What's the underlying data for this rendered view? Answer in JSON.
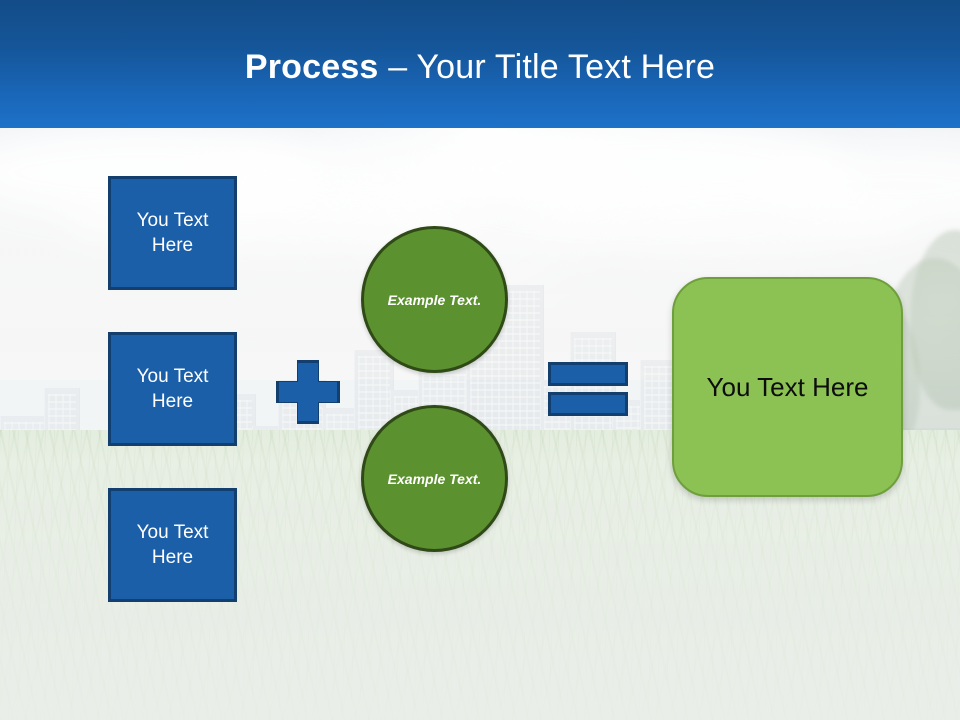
{
  "slide": {
    "title_bold": "Process",
    "title_separator": " – ",
    "title_rest": "Your Title Text Here"
  },
  "colors": {
    "header_top": "#134C87",
    "header_bottom": "#1D72C9",
    "box_blue_fill": "#1B5FA8",
    "box_blue_border": "#123F6E",
    "circle_green_fill": "#5C9130",
    "circle_green_border": "#2F4A17",
    "result_green_fill": "#8CC153",
    "result_green_border": "#6F9F3D",
    "text_white": "#FFFFFF",
    "text_black": "#0D0D0D"
  },
  "inputs": [
    {
      "label": "You Text Here"
    },
    {
      "label": "You Text Here"
    },
    {
      "label": "You Text Here"
    }
  ],
  "operators": {
    "plus": "+",
    "equals": "="
  },
  "circles": [
    {
      "label": "Example Text."
    },
    {
      "label": "Example Text."
    }
  ],
  "result": {
    "label": "You Text Here"
  }
}
